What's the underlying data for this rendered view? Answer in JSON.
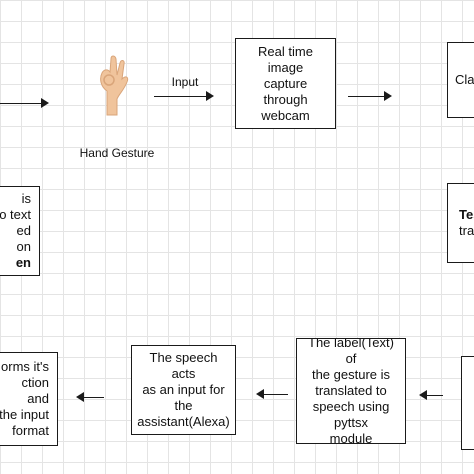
{
  "labels": {
    "input": "Input",
    "hand_gesture": "Hand Gesture"
  },
  "boxes": {
    "capture": [
      "Real time image",
      "capture through",
      "webcam"
    ],
    "classify_partial": [
      "Cla"
    ],
    "left_partial": [
      "is",
      "o text",
      "ed on",
      "en"
    ],
    "right_partial": [
      "Tes",
      "tra"
    ],
    "translate": [
      "The label(Text) of",
      "the gesture is",
      "translated to",
      "speech using pyttsx",
      "module"
    ],
    "speech": [
      "The speech acts",
      "as an input for the",
      "assistant(Alexa)"
    ],
    "bottom_left_partial": [
      "orms it's",
      "ction and",
      "the input",
      "format"
    ]
  },
  "icons": {
    "hand": "ok-hand-gesture-icon"
  }
}
